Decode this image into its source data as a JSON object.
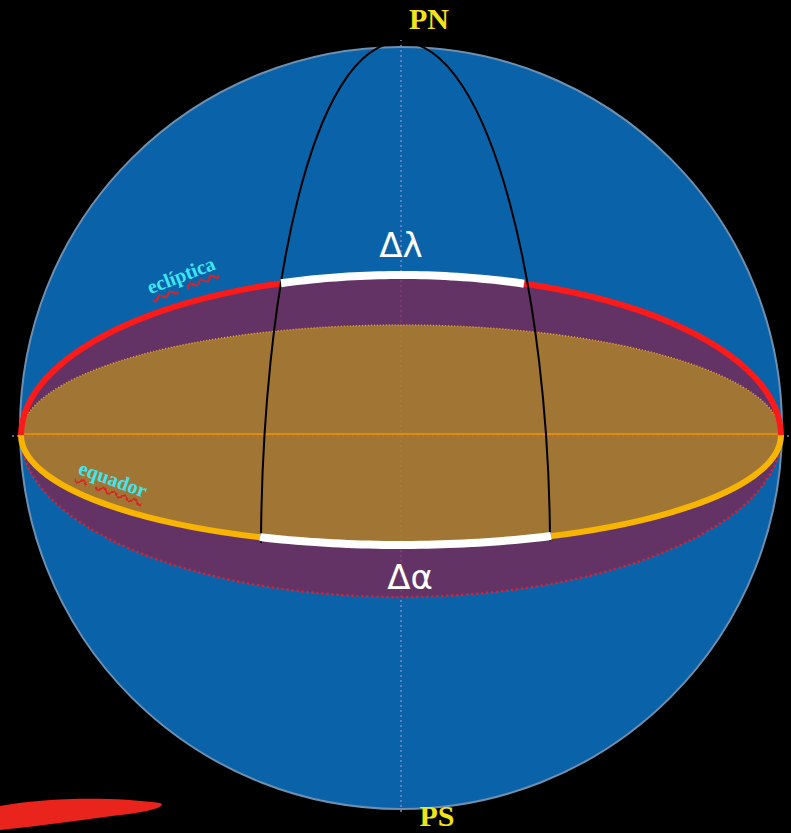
{
  "diagram": {
    "labels": [
      "PN",
      "PS",
      "eclíptica",
      "equador",
      "Δλ",
      "Δα"
    ]
  }
}
